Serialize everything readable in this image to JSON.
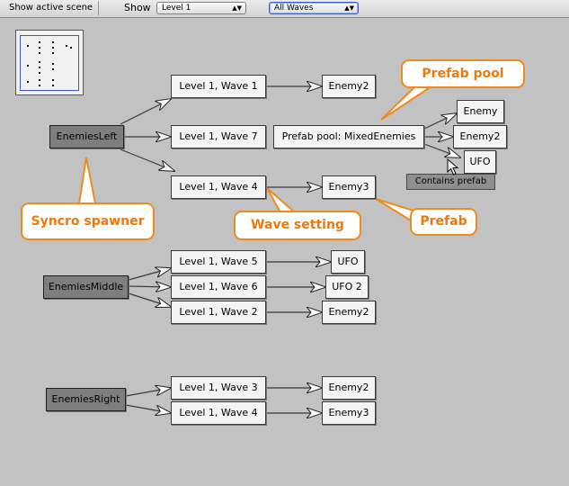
{
  "toolbar": {
    "show_active_scene": "Show active scene",
    "show_label": "Show",
    "level_value": "Level 1",
    "waves_value": "All Waves"
  },
  "nodes": {
    "enemies_left": "EnemiesLeft",
    "l1w1": "Level 1, Wave 1",
    "l1w7": "Level 1, Wave 7",
    "l1w4_top": "Level 1, Wave 4",
    "prefab_pool": "Prefab pool: MixedEnemies",
    "enemy_a": "Enemy2",
    "pool_enemy": "Enemy",
    "pool_enemy2": "Enemy2",
    "pool_ufo": "UFO",
    "enemy_b": "Enemy3",
    "enemies_middle": "EnemiesMiddle",
    "l1w5": "Level 1, Wave 5",
    "l1w6": "Level 1, Wave 6",
    "l1w2": "Level 1, Wave 2",
    "ufo": "UFO",
    "ufo2": "UFO 2",
    "enemy_c": "Enemy2",
    "enemies_right": "EnemiesRight",
    "l1w3": "Level 1, Wave 3",
    "l1w4_bottom": "Level 1, Wave 4",
    "enemy_d": "Enemy2",
    "enemy_e": "Enemy3"
  },
  "tooltip": "Contains prefab",
  "callouts": {
    "prefab_pool": "Prefab pool",
    "syncro_spawner": "Syncro spawner",
    "wave_setting": "Wave setting",
    "prefab": "Prefab"
  },
  "colors": {
    "canvas": "#c2c2c2",
    "callout_accent": "#f08a1c",
    "spawner_node": "#7e7e7e",
    "wave_node": "#f4f4f4"
  }
}
